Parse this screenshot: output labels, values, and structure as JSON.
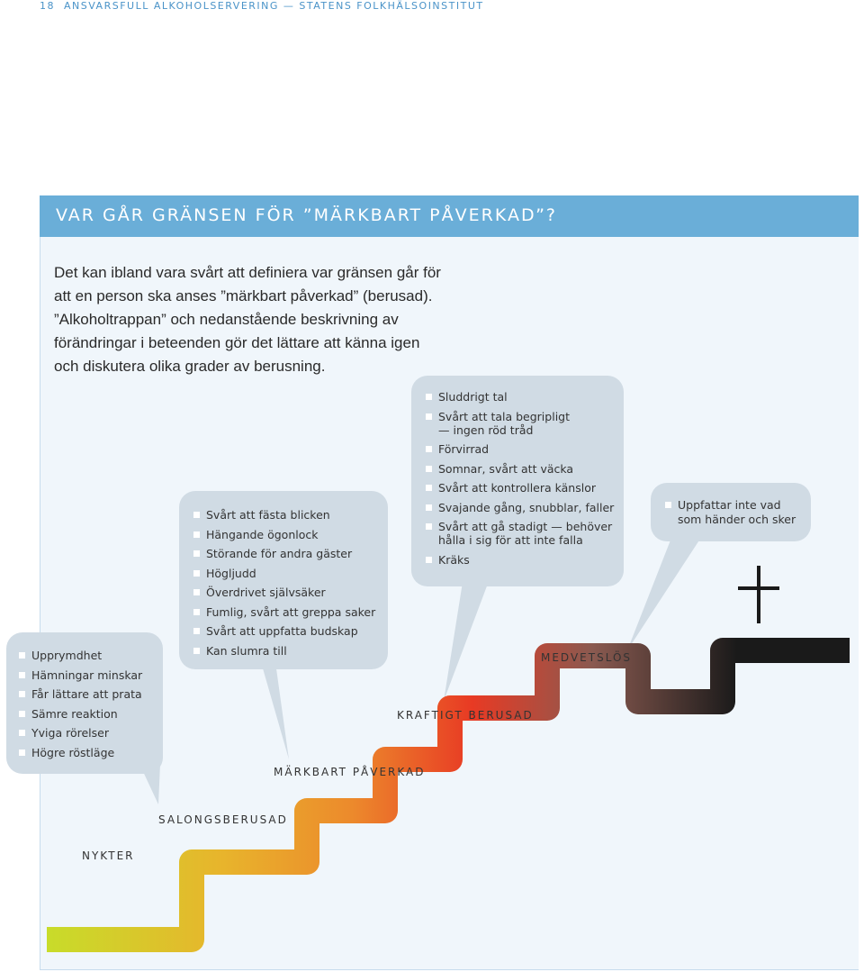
{
  "running_head": {
    "page_number": "18",
    "text": "ANSVARSFULL ALKOHOLSERVERING — STATENS FOLKHÄLSOINSTITUT"
  },
  "box": {
    "title": "VAR GÅR GRÄNSEN FÖR ”MÄRKBART PÅVERKAD”?",
    "intro": "Det kan ibland vara svårt att definiera var gränsen går för att en person ska anses ”märkbart påverkad” (berusad). ”Alkoholtrappan” och nedanstående beskrivning av förändringar i beteenden gör det lättare att känna igen och diskutera olika grader av berusning."
  },
  "colors": {
    "accent": "#6aaed8",
    "box_background": "#f0f6fb",
    "bubble": "#d0dbe4",
    "staircase_gradient": [
      "#c8dc2a",
      "#f0b030",
      "#e83a24",
      "#8a5a50",
      "#1a1a1a"
    ]
  },
  "staircase": {
    "steps": [
      {
        "label": "NYKTER"
      },
      {
        "label": "SALONGSBERUSAD"
      },
      {
        "label": "MÄRKBART PÅVERKAD"
      },
      {
        "label": "KRAFTIGT BERUSAD"
      },
      {
        "label": "MEDVETSLÖS"
      }
    ],
    "end_symbol_icon": "cross-icon"
  },
  "bubbles": [
    {
      "items": [
        "Upprymdhet",
        "Hämningar minskar",
        "Får lättare att prata",
        "Sämre reaktion",
        "Yviga rörelser",
        "Högre röstläge"
      ]
    },
    {
      "items": [
        "Svårt att fästa blicken",
        "Hängande ögonlock",
        "Störande för andra gäster",
        "Högljudd",
        "Överdrivet självsäker",
        "Fumlig, svårt att greppa saker",
        "Svårt att uppfatta budskap",
        "Kan slumra till"
      ]
    },
    {
      "items": [
        "Sluddrigt tal",
        "Svårt att tala begripligt — ingen röd tråd",
        "Förvirrad",
        "Somnar, svårt att väcka",
        "Svårt att kontrollera känslor",
        "Svajande gång, snubblar, faller",
        "Svårt att gå stadigt — behöver hålla i sig för att inte falla",
        "Kräks"
      ]
    },
    {
      "items": [
        "Uppfattar inte vad som händer och sker"
      ]
    }
  ]
}
